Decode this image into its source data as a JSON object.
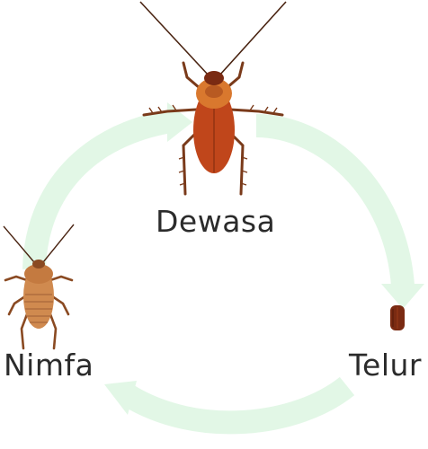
{
  "diagram": {
    "stages": [
      {
        "id": "adult",
        "label": "Dewasa",
        "icon": "adult-cockroach-icon"
      },
      {
        "id": "egg",
        "label": "Telur",
        "icon": "egg-capsule-icon"
      },
      {
        "id": "nymph",
        "label": "Nimfa",
        "icon": "nymph-cockroach-icon"
      }
    ],
    "colors": {
      "arrow": "#e2f7e6",
      "adult_body": "#c0461b",
      "adult_head": "#d9782e",
      "nymph_body": "#d08a4f",
      "egg": "#7a2a12",
      "legs": "#7a3a1a",
      "label": "#2b2b2b"
    }
  }
}
